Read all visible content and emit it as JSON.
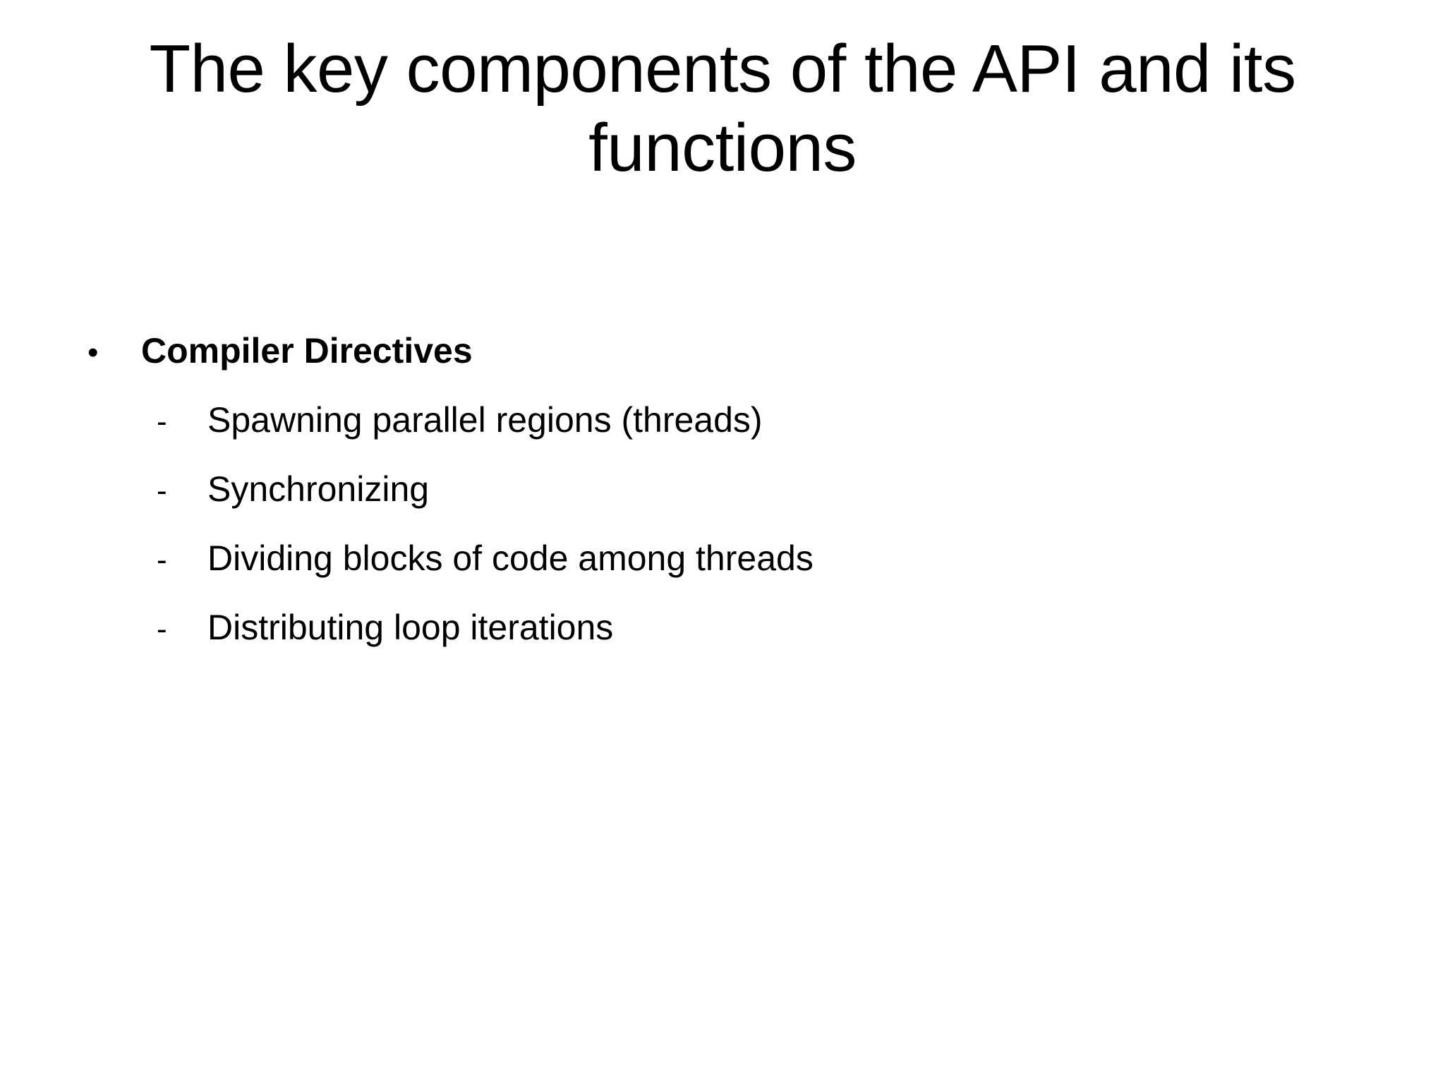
{
  "slide": {
    "background_color": "#ffffff",
    "text_color": "#000000",
    "title": {
      "full": "The key components of the API and its functions",
      "lines": [
        "The key components of the API and its",
        "functions"
      ]
    },
    "body": {
      "bullets": [
        {
          "marker": "•",
          "text": "Compiler Directives",
          "bold": true,
          "children": [
            {
              "marker": "-",
              "text": "Spawning parallel regions (threads)"
            },
            {
              "marker": "-",
              "text": "Synchronizing"
            },
            {
              "marker": "-",
              "text": "Dividing blocks of code among threads"
            },
            {
              "marker": "-",
              "text": "Distributing loop iterations"
            }
          ]
        }
      ]
    }
  }
}
